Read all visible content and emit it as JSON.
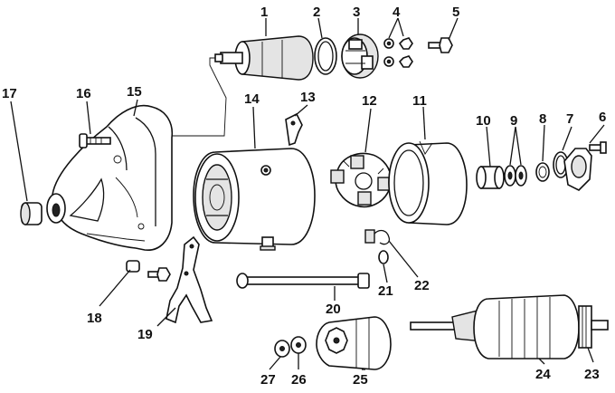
{
  "colors": {
    "ink": "#111111",
    "paper": "#ffffff",
    "shade": "#e4e4e4"
  },
  "callouts": [
    {
      "key": "c1",
      "text": "1"
    },
    {
      "key": "c2",
      "text": "2"
    },
    {
      "key": "c3",
      "text": "3"
    },
    {
      "key": "c4",
      "text": "4"
    },
    {
      "key": "c5",
      "text": "5"
    },
    {
      "key": "c6",
      "text": "6"
    },
    {
      "key": "c7",
      "text": "7"
    },
    {
      "key": "c8",
      "text": "8"
    },
    {
      "key": "c9",
      "text": "9"
    },
    {
      "key": "c10",
      "text": "10"
    },
    {
      "key": "c11",
      "text": "11"
    },
    {
      "key": "c12",
      "text": "12"
    },
    {
      "key": "c13",
      "text": "13"
    },
    {
      "key": "c14",
      "text": "14"
    },
    {
      "key": "c15",
      "text": "15"
    },
    {
      "key": "c16",
      "text": "16"
    },
    {
      "key": "c17",
      "text": "17"
    },
    {
      "key": "c18",
      "text": "18"
    },
    {
      "key": "c19",
      "text": "19"
    },
    {
      "key": "c20",
      "text": "20"
    },
    {
      "key": "c21",
      "text": "21"
    },
    {
      "key": "c22",
      "text": "22"
    },
    {
      "key": "c23",
      "text": "23"
    },
    {
      "key": "c24",
      "text": "24"
    },
    {
      "key": "c25",
      "text": "25"
    },
    {
      "key": "c26",
      "text": "26"
    },
    {
      "key": "c27",
      "text": "27"
    }
  ]
}
